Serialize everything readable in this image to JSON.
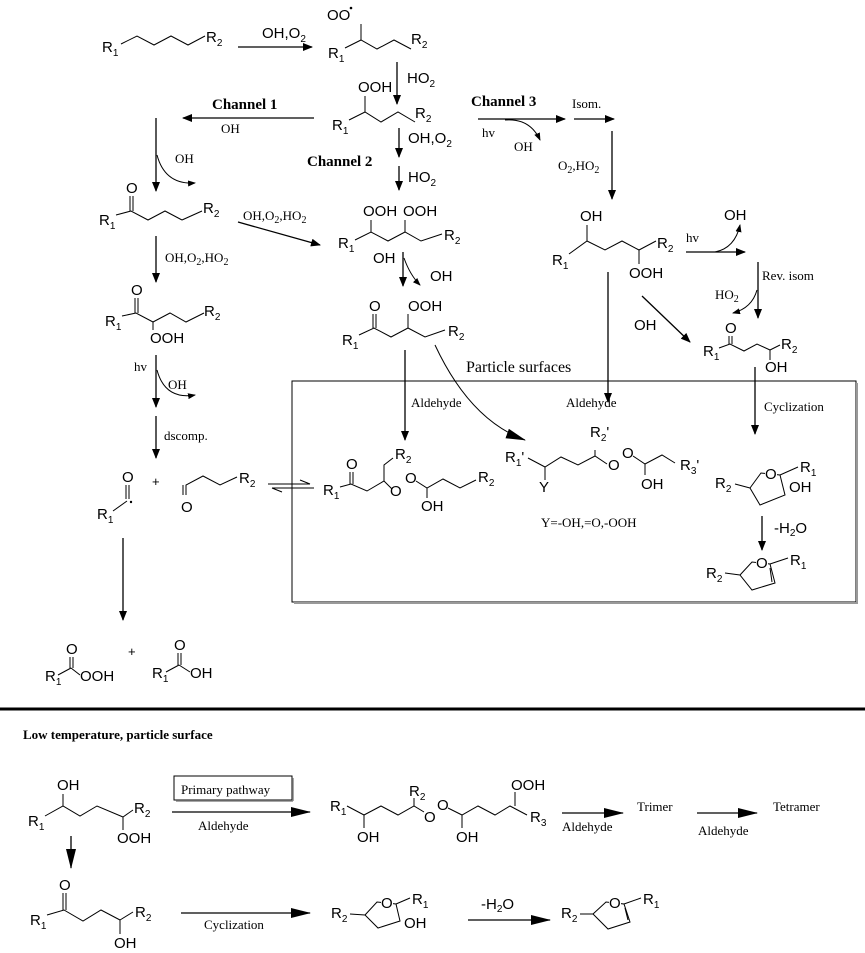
{
  "channels": {
    "channel1": "Channel 1",
    "channel2": "Channel 2",
    "channel3": "Channel 3"
  },
  "reagents": {
    "oh_o2": "OH,O",
    "ho2": "HO",
    "oh": "OH",
    "o2_ho2_prefix": "O",
    "oh_o2_ho2": "OH,O",
    "hv": "hv",
    "isom": "Isom.",
    "rev_isom": "Rev. isom",
    "dscomp": "dscomp.",
    "aldehyde": "Aldehyde",
    "cyclization": "Cyclization",
    "minus_h2o_prefix": "-H",
    "minus_h2o_suffix": "O"
  },
  "labels": {
    "particle_surfaces": "Particle surfaces",
    "y_definition": "Y=-OH,=O,-OOH",
    "plus": "+"
  },
  "atoms": {
    "R1": "R",
    "R2": "R",
    "R3": "R",
    "O": "O",
    "OO_radical": "OO",
    "OOH": "OOH",
    "OH": "OH",
    "Y": "Y"
  },
  "lower_panel": {
    "title": "Low temperature, particle surface",
    "primary_pathway": "Primary pathway",
    "aldehyde": "Aldehyde",
    "trimer": "Trimer",
    "tetramer": "Tetramer",
    "cyclization": "Cyclization"
  }
}
